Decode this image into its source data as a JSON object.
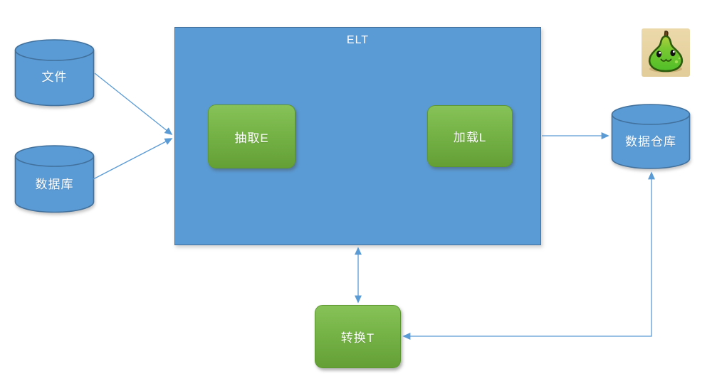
{
  "diagram": {
    "container": {
      "title": "ELT"
    },
    "nodes": {
      "file": {
        "label": "文件",
        "shape": "cylinder"
      },
      "database": {
        "label": "数据库",
        "shape": "cylinder"
      },
      "extract": {
        "label": "抽取E",
        "shape": "rounded-rect"
      },
      "load": {
        "label": "加载L",
        "shape": "rounded-rect"
      },
      "warehouse": {
        "label": "数据仓库",
        "shape": "cylinder"
      },
      "transform": {
        "label": "转换T",
        "shape": "rounded-rect"
      }
    },
    "edges": [
      {
        "from": "file",
        "to": "elt-container",
        "type": "arrow"
      },
      {
        "from": "database",
        "to": "elt-container",
        "type": "arrow"
      },
      {
        "from": "elt-container",
        "to": "warehouse",
        "type": "arrow"
      },
      {
        "from": "elt-container",
        "to": "transform",
        "type": "double-arrow"
      },
      {
        "from": "warehouse",
        "to": "transform",
        "type": "double-arrow-elbow"
      }
    ],
    "colors": {
      "shape_blue": "#5b9bd5",
      "shape_blue_border": "#41719c",
      "process_green_top": "#86c257",
      "process_green_bottom": "#639f35",
      "connector_blue": "#5b9bd5",
      "label_text": "#ffffff",
      "pear_icon_background": "#e7d4a4"
    },
    "icons": {
      "pear_mascot": "pear-mascot-icon"
    }
  }
}
